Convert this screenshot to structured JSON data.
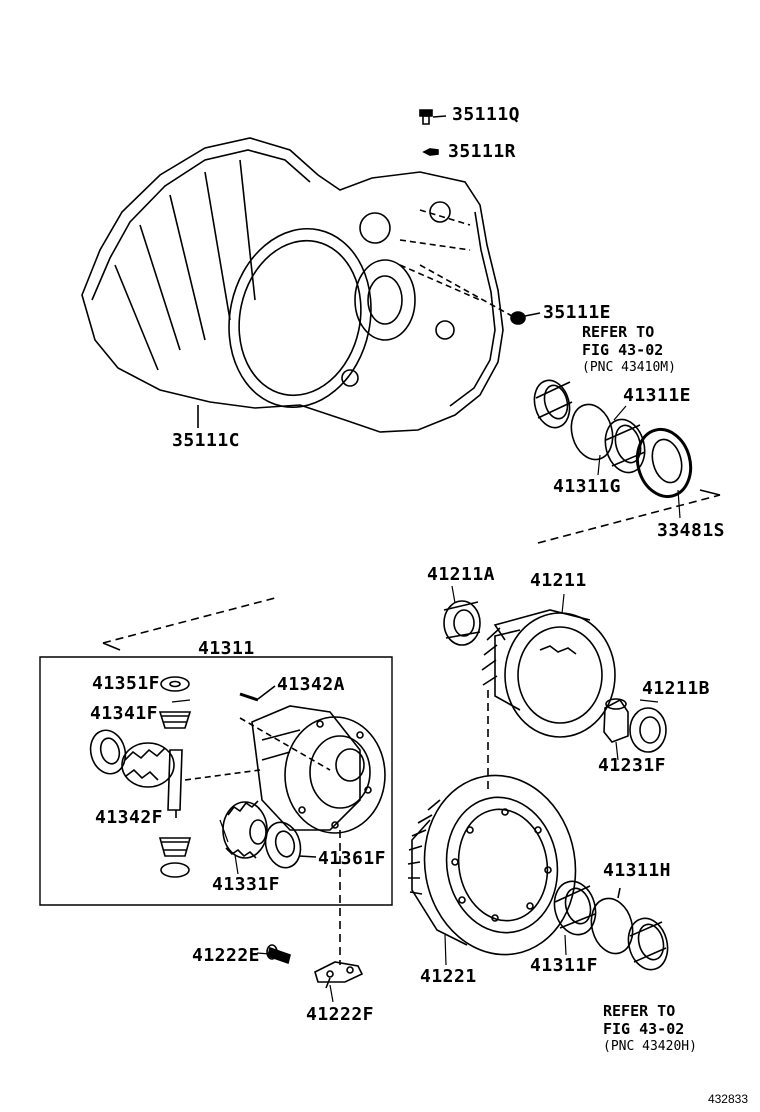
{
  "labels": {
    "p35111Q": "35111Q",
    "p35111R": "35111R",
    "p35111E": "35111E",
    "p35111C": "35111C",
    "p41311E": "41311E",
    "p41311G": "41311G",
    "p33481S": "33481S",
    "p41211A": "41211A",
    "p41211": "41211",
    "p41311": "41311",
    "p41351F": "41351F",
    "p41342A": "41342A",
    "p41341F": "41341F",
    "p41211B": "41211B",
    "p41231F": "41231F",
    "p41342F": "41342F",
    "p41361F": "41361F",
    "p41331F": "41331F",
    "p41311H": "41311H",
    "p41222E": "41222E",
    "p41221": "41221",
    "p41311F": "41311F",
    "p41222F": "41222F"
  },
  "notes": {
    "top": {
      "line1": "REFER TO",
      "line2": "FIG 43-02",
      "line3": "(PNC 43410M)"
    },
    "bottom": {
      "line1": "REFER TO",
      "line2": "FIG 43-02",
      "line3": "(PNC 43420H)"
    }
  },
  "diagram_id": "432833"
}
